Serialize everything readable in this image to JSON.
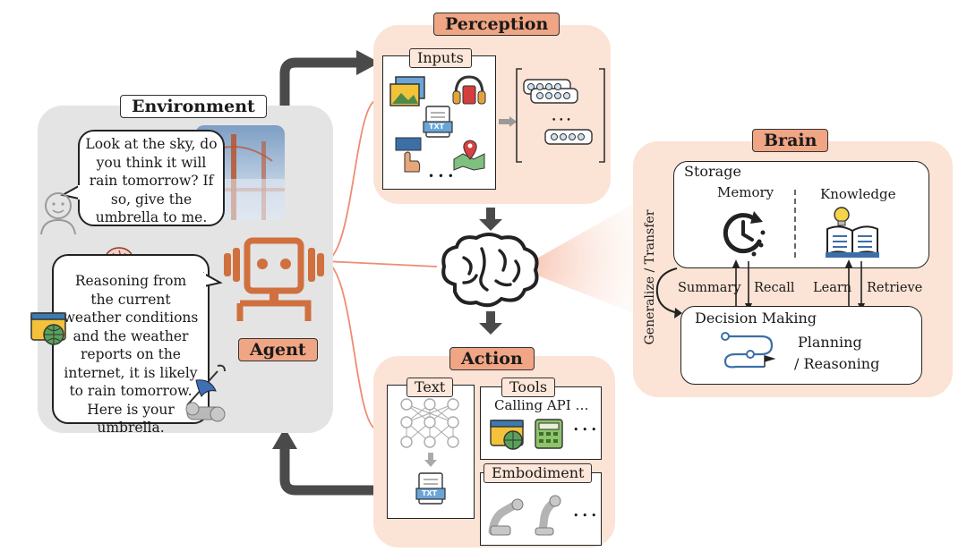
{
  "perception": {
    "title": "Perception",
    "inputs_label": "Inputs",
    "txt_icon": "TXT",
    "more": "• • •",
    "embed_more": "• • •"
  },
  "environment": {
    "title": "Environment",
    "user_bubble": "Look at the sky, do you think it will rain tomorrow? If so, give the umbrella to me.",
    "agent_bubble": "Reasoning from the current weather conditions and the weather reports on the internet, it is likely to rain tomorrow. Here is your umbrella."
  },
  "agent": {
    "label": "Agent"
  },
  "action": {
    "title": "Action",
    "text_label": "Text",
    "tools_label": "Tools",
    "tools_text": "Calling API …",
    "txt_icon": "TXT",
    "tools_more": "• • •",
    "embodiment_label": "Embodiment",
    "embodiment_more": "• • •"
  },
  "brain": {
    "title": "Brain",
    "storage_label": "Storage",
    "memory_label": "Memory",
    "knowledge_label": "Knowledge",
    "generalize_label": "Generalize / Transfer",
    "summary_label": "Summary",
    "recall_label": "Recall",
    "learn_label": "Learn",
    "retrieve_label": "Retrieve",
    "decision_label": "Decision Making",
    "planning_line1": "Planning",
    "planning_line2": "/ Reasoning"
  },
  "colors": {
    "panel_peach": "#fbe3d5",
    "title_orange": "#f0a584",
    "env_gray": "#e4e4e4",
    "agent_orange": "#d0703f",
    "arrow_dark": "#4a4a4a",
    "link_red": "#f08b74"
  }
}
